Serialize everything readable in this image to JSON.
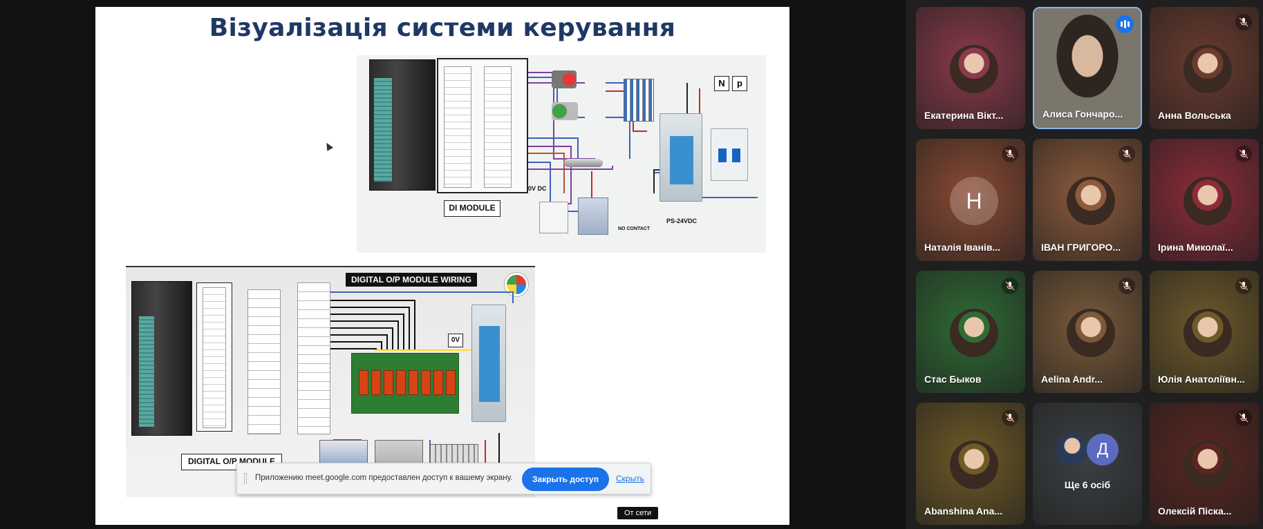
{
  "slide": {
    "title": "Візуалізація системи керування",
    "diagram_di": {
      "module_label": "DI MODULE",
      "voltage_label": "0V DC",
      "psu_label": "PS-24VDC",
      "neutral_label": "N",
      "phase_label": "p",
      "contact_label": "NO CONTACT"
    },
    "diagram_do": {
      "title": "DIGITAL O/P MODULE WIRING",
      "module_label": "DIGITAL O/P MODULE",
      "voltage_label": "0V"
    }
  },
  "share_notification": {
    "message": "Приложению meet.google.com предоставлен доступ к вашему экрану.",
    "stop_button": "Закрыть доступ",
    "hide_link": "Скрыть"
  },
  "offline_tooltip": "От сети",
  "participants": [
    {
      "name": "Екатерина Вікт...",
      "muted": false,
      "bg": "#8a3a4a"
    },
    {
      "name": "Алиса Гончаро...",
      "muted": false,
      "speaking": true,
      "bg": "#6e6a62"
    },
    {
      "name": "Анна Вольська",
      "muted": true,
      "bg": "#6b3b2e"
    },
    {
      "name": "Наталія Іванів...",
      "muted": true,
      "initial": "Н",
      "bg": "#8a4a33"
    },
    {
      "name": "ІВАН ГРИГОРО...",
      "muted": true,
      "bg": "#8d5a3c"
    },
    {
      "name": "Ірина Миколаї...",
      "muted": true,
      "bg": "#8c2c38"
    },
    {
      "name": "Стас Быков",
      "muted": true,
      "bg": "#2f6b34"
    },
    {
      "name": "Aelina Andr...",
      "muted": true,
      "bg": "#7a5a3a"
    },
    {
      "name": "Юлія Анатоліївн...",
      "muted": true,
      "bg": "#6e5a2a"
    },
    {
      "name": "Abanshina Ana...",
      "muted": true,
      "bg": "#6e5a26"
    },
    {
      "name": "Ще 6 осіб",
      "muted": false,
      "more_initial": "Д",
      "bg": "#3c4043"
    },
    {
      "name": "Олексій Піска...",
      "muted": true,
      "bg": "#5a2620"
    }
  ]
}
